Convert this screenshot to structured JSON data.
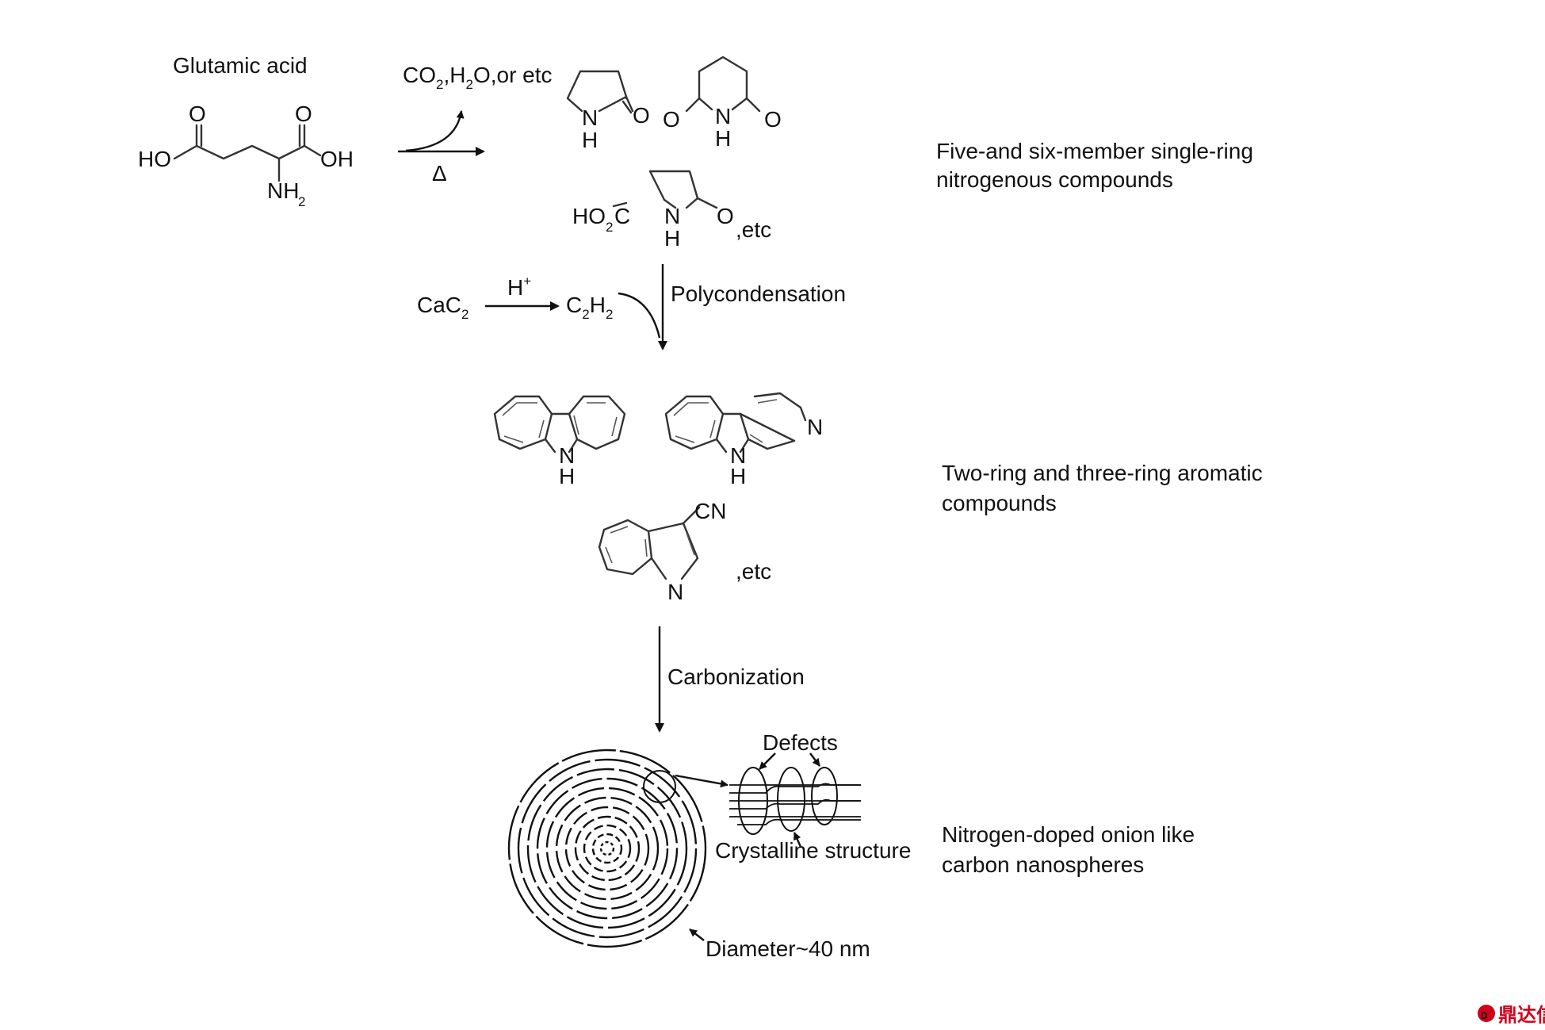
{
  "labels": {
    "glutamic_acid": "Glutamic acid",
    "byproducts": "CO",
    "byproducts_mid": ",H",
    "byproducts_end": "O,or etc",
    "sub2": "2",
    "heat": "Δ",
    "etc1": ",etc",
    "etc2": ",etc",
    "polycondensation": "Polycondensation",
    "carbonization": "Carbonization",
    "cac2": "CaC",
    "hplus": "H",
    "plus": "+",
    "c2h2_c": "C",
    "c2h2_h": "H",
    "cn": "CN",
    "defects": "Defects",
    "crystalline": "Crystalline structure",
    "diameter": "Diameter~40 nm",
    "ho": "HO",
    "oh": "OH",
    "nh": "NH",
    "o": "O",
    "n": "N",
    "h": "H",
    "ho2c_ho": "HO",
    "ho2c_c": "C"
  },
  "side_labels": {
    "stage1_line1": "Five-and six-member single-ring",
    "stage1_line2": "nitrogenous compounds",
    "stage2_line1": "Two-ring and three-ring aromatic",
    "stage2_line2": "compounds",
    "stage3_line1": "Nitrogen-doped onion like",
    "stage3_line2": "carbon nanospheres"
  },
  "watermark": "鼎达信"
}
